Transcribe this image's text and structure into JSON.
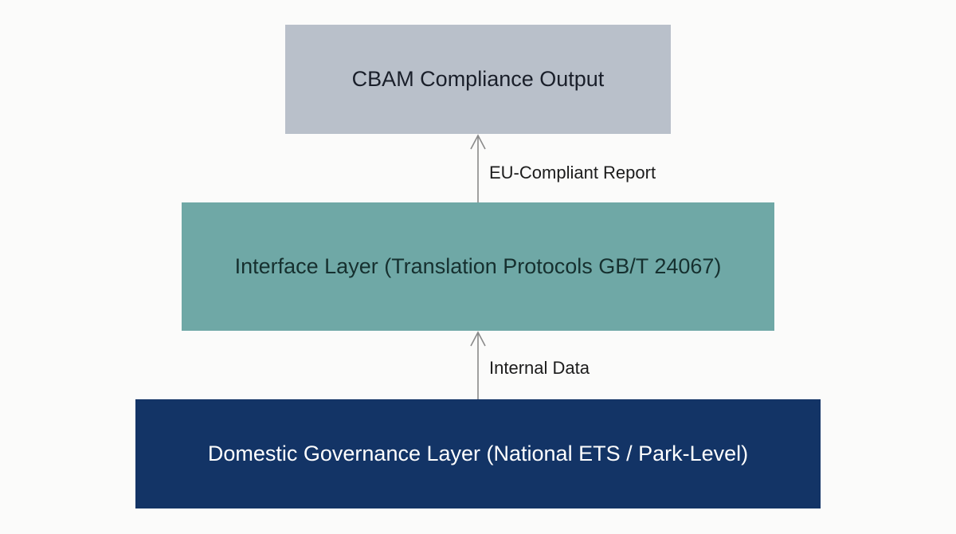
{
  "diagram": {
    "boxes": [
      {
        "label": "CBAM Compliance Output",
        "color": "#b9c0ca"
      },
      {
        "label": "Interface Layer (Translation Protocols GB/T 24067)",
        "color": "#6fa8a6"
      },
      {
        "label": "Domestic Governance Layer (National ETS / Park-Level)",
        "color": "#133466"
      }
    ],
    "edges": [
      {
        "from": "Interface Layer (Translation Protocols GB/T 24067)",
        "to": "CBAM Compliance Output",
        "label": "EU-Compliant Report"
      },
      {
        "from": "Domestic Governance Layer (National ETS / Park-Level)",
        "to": "Interface Layer (Translation Protocols GB/T 24067)",
        "label": "Internal Data"
      }
    ]
  }
}
